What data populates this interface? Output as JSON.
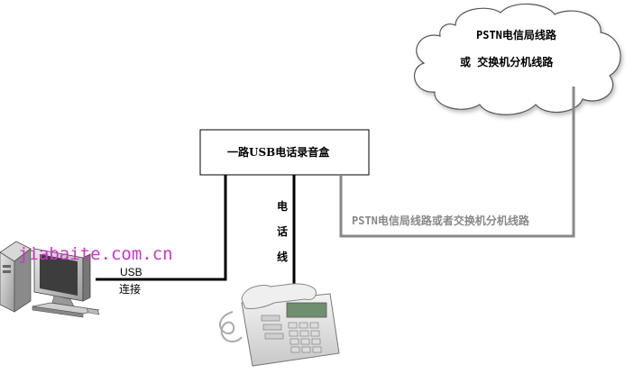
{
  "cloud": {
    "line1": "PSTN电信局线路",
    "line2": "或 交换机分机线路"
  },
  "recorder_box": {
    "title": "一路USB电话录音盒"
  },
  "pstn_connection": {
    "label": "PSTN电信局线路或者交换机分机线路"
  },
  "phone_cable": {
    "char1": "电",
    "char2": "话",
    "char3": "线"
  },
  "usb_connection": {
    "line1": "USB",
    "line2": "连接"
  },
  "watermark": "jiabaite.com.cn",
  "colors": {
    "line_dark": "#000000",
    "line_gray": "#888888",
    "watermark": "#cc33cc",
    "cloud_fill": "#ffffff"
  },
  "icons": [
    "computer-icon",
    "telephone-icon",
    "cloud-shape"
  ]
}
